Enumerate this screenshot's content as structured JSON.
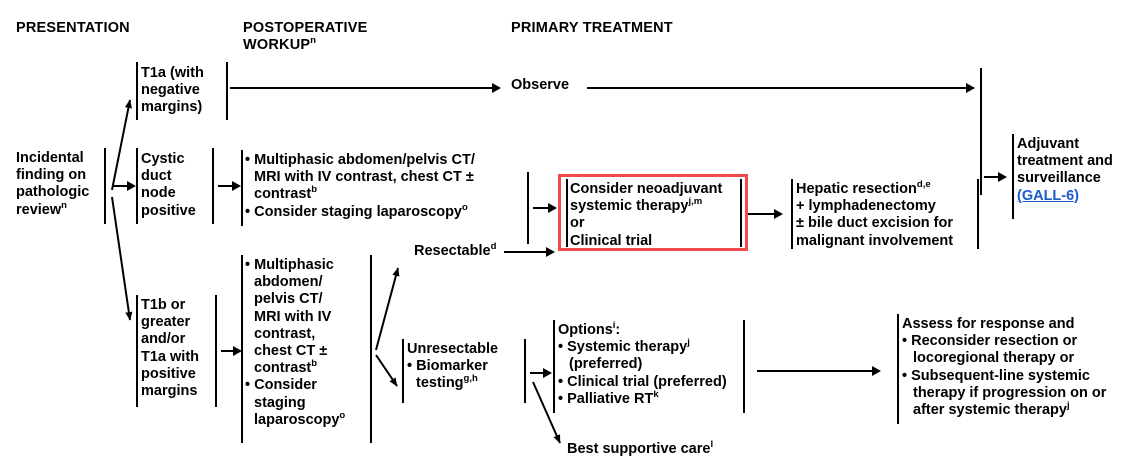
{
  "diagram": {
    "title": "Gallbladder Cancer - Incidental Finding Pathway",
    "accent_red": "#F04A4A",
    "link_color": "#1C5CC8"
  },
  "headers": [
    {
      "id": "presentation",
      "label": "PRESENTATION"
    },
    {
      "id": "postoperative-workup",
      "label": "POSTOPERATIVE\nWORKUP",
      "sup": "n"
    },
    {
      "id": "primary-treatment",
      "label": "PRIMARY TREATMENT"
    }
  ],
  "nodes": {
    "incidental_finding": {
      "lines": [
        "Incidental",
        "finding on",
        "pathologic",
        "review"
      ],
      "sup": "n"
    },
    "t1a_negative": {
      "lines": [
        "T1a (with",
        "negative",
        "margins)"
      ]
    },
    "cystic_duct_node": {
      "lines": [
        "Cystic",
        "duct",
        "node",
        "positive"
      ]
    },
    "t1b_or_greater": {
      "lines": [
        "T1b or",
        "greater",
        "and/or",
        "T1a with",
        "positive",
        "margins"
      ]
    },
    "workup_cystic": {
      "bullets": [
        {
          "lines": [
            "Multiphasic abdomen/pelvis CT/",
            "MRI with IV contrast, chest CT ±",
            "contrast"
          ],
          "sup": "b"
        },
        {
          "lines": [
            "Consider staging laparoscopy"
          ],
          "sup": "o"
        }
      ]
    },
    "workup_t1b": {
      "bullets": [
        {
          "lines": [
            "Multiphasic",
            "abdomen/",
            "pelvis CT/",
            "MRI with IV",
            "contrast,",
            "chest CT ±",
            "contrast"
          ],
          "sup": "b"
        },
        {
          "lines": [
            "Consider",
            "staging",
            "laparoscopy"
          ],
          "sup": "o"
        }
      ]
    },
    "observe": {
      "label": "Observe"
    },
    "resectable": {
      "label": "Resectable",
      "sup": "d"
    },
    "unresectable": {
      "title": "Unresectable",
      "bullets": [
        {
          "lines": [
            "Biomarker",
            "testing"
          ],
          "sup": "g,h"
        }
      ]
    },
    "neoadjuvant": {
      "lines": [
        {
          "text": "Consider neoadjuvant"
        },
        {
          "text": "systemic therapy",
          "sup": "j,m"
        },
        {
          "text": "or"
        },
        {
          "text": "Clinical trial"
        }
      ]
    },
    "hepatic_resection": {
      "lines": [
        {
          "text": "Hepatic resection",
          "sup": "d,e"
        },
        {
          "text": "+ lymphadenectomy"
        },
        {
          "text": "± bile duct excision for"
        },
        {
          "text": "malignant involvement"
        }
      ]
    },
    "options": {
      "title": "Options",
      "title_sup": "i",
      "title_suffix": ":",
      "bullets": [
        {
          "lines": [
            "Systemic therapy",
            "(preferred)"
          ],
          "sup": "j"
        },
        {
          "lines": [
            "Clinical trial (preferred)"
          ]
        },
        {
          "lines": [
            "Palliative RT"
          ],
          "sup": "k"
        }
      ]
    },
    "best_supportive_care": {
      "label": "Best supportive care",
      "sup": "l"
    },
    "assess_response": {
      "title": "Assess for response and",
      "bullets": [
        {
          "lines": [
            "Reconsider resection or",
            "locoregional therapy or"
          ]
        },
        {
          "lines": [
            "Subsequent-line systemic",
            "therapy if progression on or",
            "after systemic therapy"
          ],
          "sup": "j"
        }
      ]
    },
    "adjuvant": {
      "lines": [
        "Adjuvant",
        "treatment and",
        "surveillance"
      ],
      "link": "(GALL-6)"
    }
  }
}
